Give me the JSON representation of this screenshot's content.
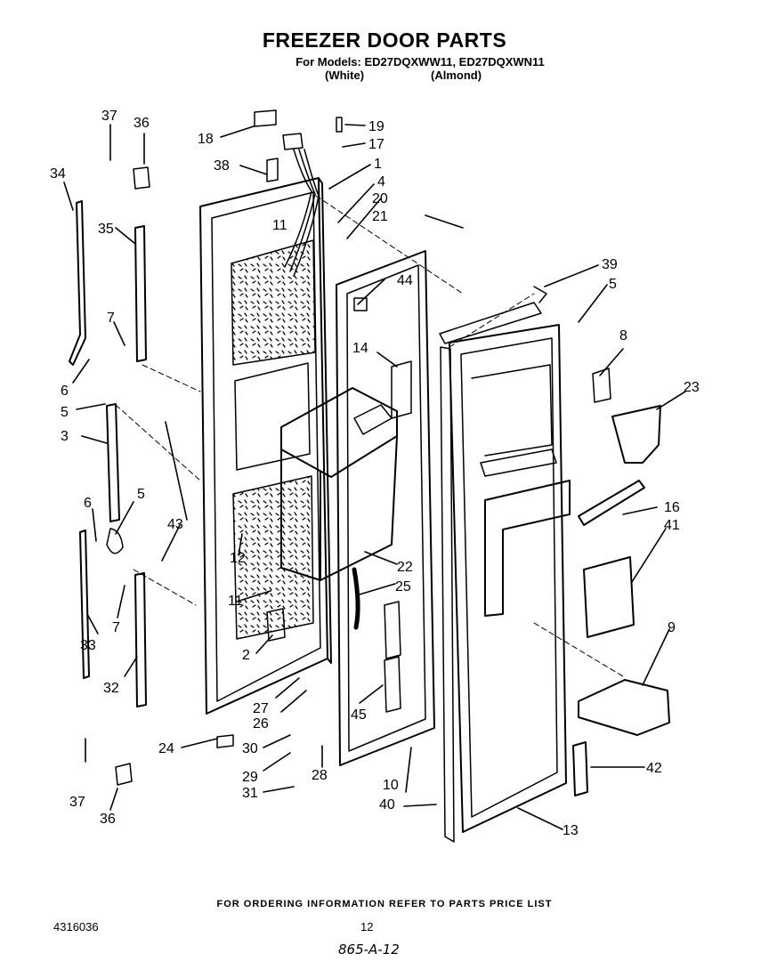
{
  "title": "FREEZER DOOR PARTS",
  "models_line": "For Models: ED27DQXWW11, ED27DQXWN11",
  "variants": [
    "(White)",
    "(Almond)"
  ],
  "callouts": [
    {
      "id": "c1",
      "label": "1"
    },
    {
      "id": "c2",
      "label": "2"
    },
    {
      "id": "c3",
      "label": "3"
    },
    {
      "id": "c4",
      "label": "4"
    },
    {
      "id": "c5a",
      "label": "5"
    },
    {
      "id": "c5b",
      "label": "5"
    },
    {
      "id": "c5c",
      "label": "5"
    },
    {
      "id": "c6a",
      "label": "6"
    },
    {
      "id": "c6b",
      "label": "6"
    },
    {
      "id": "c7a",
      "label": "7"
    },
    {
      "id": "c7b",
      "label": "7"
    },
    {
      "id": "c8",
      "label": "8"
    },
    {
      "id": "c9",
      "label": "9"
    },
    {
      "id": "c10",
      "label": "10"
    },
    {
      "id": "c11a",
      "label": "11"
    },
    {
      "id": "c11b",
      "label": "11"
    },
    {
      "id": "c12",
      "label": "12"
    },
    {
      "id": "c13",
      "label": "13"
    },
    {
      "id": "c14",
      "label": "14"
    },
    {
      "id": "c16",
      "label": "16"
    },
    {
      "id": "c17",
      "label": "17"
    },
    {
      "id": "c18",
      "label": "18"
    },
    {
      "id": "c19",
      "label": "19"
    },
    {
      "id": "c20",
      "label": "20"
    },
    {
      "id": "c21",
      "label": "21"
    },
    {
      "id": "c22",
      "label": "22"
    },
    {
      "id": "c23",
      "label": "23"
    },
    {
      "id": "c24",
      "label": "24"
    },
    {
      "id": "c25",
      "label": "25"
    },
    {
      "id": "c26",
      "label": "26"
    },
    {
      "id": "c27",
      "label": "27"
    },
    {
      "id": "c28",
      "label": "28"
    },
    {
      "id": "c29",
      "label": "29"
    },
    {
      "id": "c30",
      "label": "30"
    },
    {
      "id": "c31",
      "label": "31"
    },
    {
      "id": "c32",
      "label": "32"
    },
    {
      "id": "c33",
      "label": "33"
    },
    {
      "id": "c34",
      "label": "34"
    },
    {
      "id": "c35",
      "label": "35"
    },
    {
      "id": "c36a",
      "label": "36"
    },
    {
      "id": "c36b",
      "label": "36"
    },
    {
      "id": "c37a",
      "label": "37"
    },
    {
      "id": "c37b",
      "label": "37"
    },
    {
      "id": "c38",
      "label": "38"
    },
    {
      "id": "c39",
      "label": "39"
    },
    {
      "id": "c40",
      "label": "40"
    },
    {
      "id": "c41",
      "label": "41"
    },
    {
      "id": "c42",
      "label": "42"
    },
    {
      "id": "c43",
      "label": "43"
    },
    {
      "id": "c44",
      "label": "44"
    },
    {
      "id": "c45",
      "label": "45"
    }
  ],
  "footer": {
    "ordering_note": "FOR ORDERING INFORMATION REFER TO PARTS PRICE LIST",
    "part_number": "4316036",
    "page_number": "12",
    "handwritten_note": "865-A-12"
  }
}
